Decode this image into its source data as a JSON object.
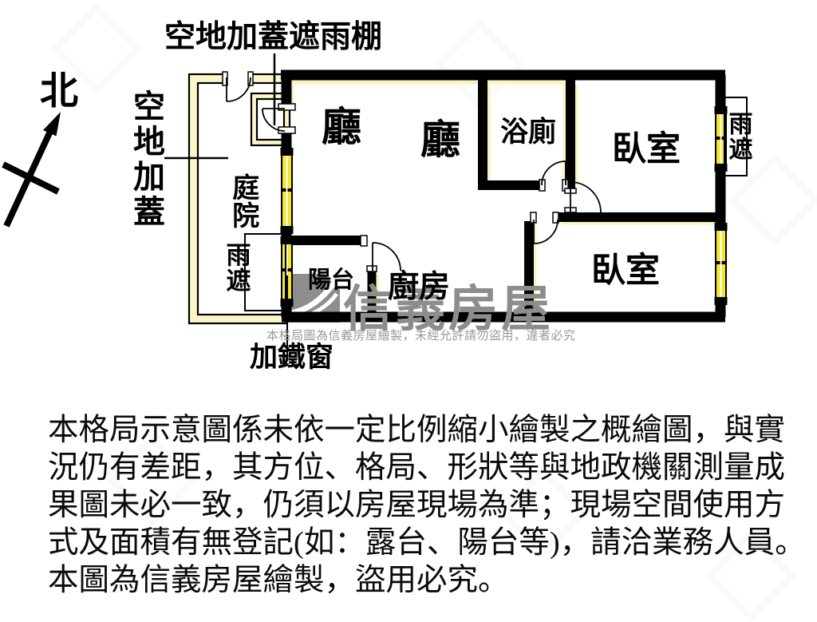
{
  "compass": {
    "north_label": "北"
  },
  "plan": {
    "title_label": "空地加蓋遮雨棚",
    "left_area_label": "空地加蓋",
    "labels": {
      "courtyard": "庭院",
      "living1": "廳",
      "living2": "廳",
      "bathroom": "浴廁",
      "bedroom1": "臥室",
      "bedroom2": "臥室",
      "kitchen": "廚房",
      "balcony": "陽台",
      "rain_shelter_left": "雨遮",
      "rain_shelter_right": "雨遮",
      "iron_window": "加鐵窗"
    },
    "colors": {
      "wall": "#000000",
      "window_yellow": "#f2e431",
      "structure_fill": "#fbf5c8",
      "wall_highlight": "#faf3c0"
    }
  },
  "watermark": {
    "brand": "信義房屋",
    "notice": "本格局圖為信義房屋繪製，未經允許請勿盜用，違者必究",
    "color": "#8d8d8d"
  },
  "disclaimer": {
    "lines": [
      "本格局示意圖係未依一定比例縮小繪製之概繪圖，與實",
      "況仍有差距，其方位、格局、形狀等與地政機關測量成",
      "果圖未必一致，仍須以房屋現場為準；現場空間使用方",
      "式及面積有無登記(如：露台、陽台等)，請洽業務人員。",
      "本圖為信義房屋繪製，盜用必究。"
    ]
  }
}
